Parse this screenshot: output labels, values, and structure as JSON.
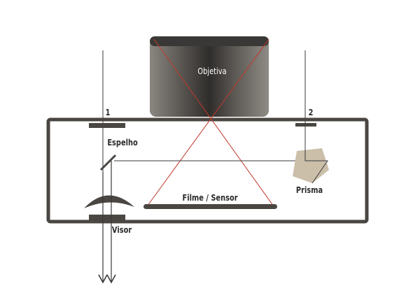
{
  "diagram": {
    "labels": {
      "objective": "Objetiva",
      "marker_1": "1",
      "marker_2": "2",
      "mirror": "Espelho",
      "prism": "Prisma",
      "film_sensor": "Filme / Sensor",
      "viewfinder": "Visor"
    },
    "colors": {
      "body_stroke": "#4a4642",
      "ray_line": "#3a3a3a",
      "cross_lines": "#c0392b",
      "prism_fill": "#cbbfaa",
      "lens_dark": "#2f2d2b",
      "lens_light": "#8a8680",
      "text": "#2b2b2b"
    }
  }
}
